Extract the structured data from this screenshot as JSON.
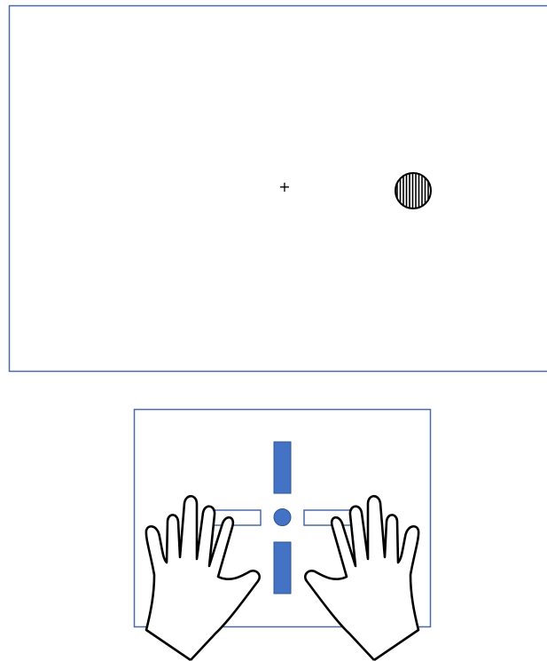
{
  "colors": {
    "frame": "#4a6aa5",
    "blue_fill": "#4472c4",
    "stroke": "#000000",
    "background": "#ffffff"
  },
  "monitor": {
    "fixation_symbol": "+",
    "stimulus": "grating",
    "stimulus_side": "right"
  },
  "response_pad": {
    "upper_bar": "filled",
    "lower_bar": "filled",
    "left_bar": "outline",
    "right_bar": "outline",
    "center_button": "circle"
  },
  "hands": [
    "left-hand-icon",
    "right-hand-icon"
  ]
}
